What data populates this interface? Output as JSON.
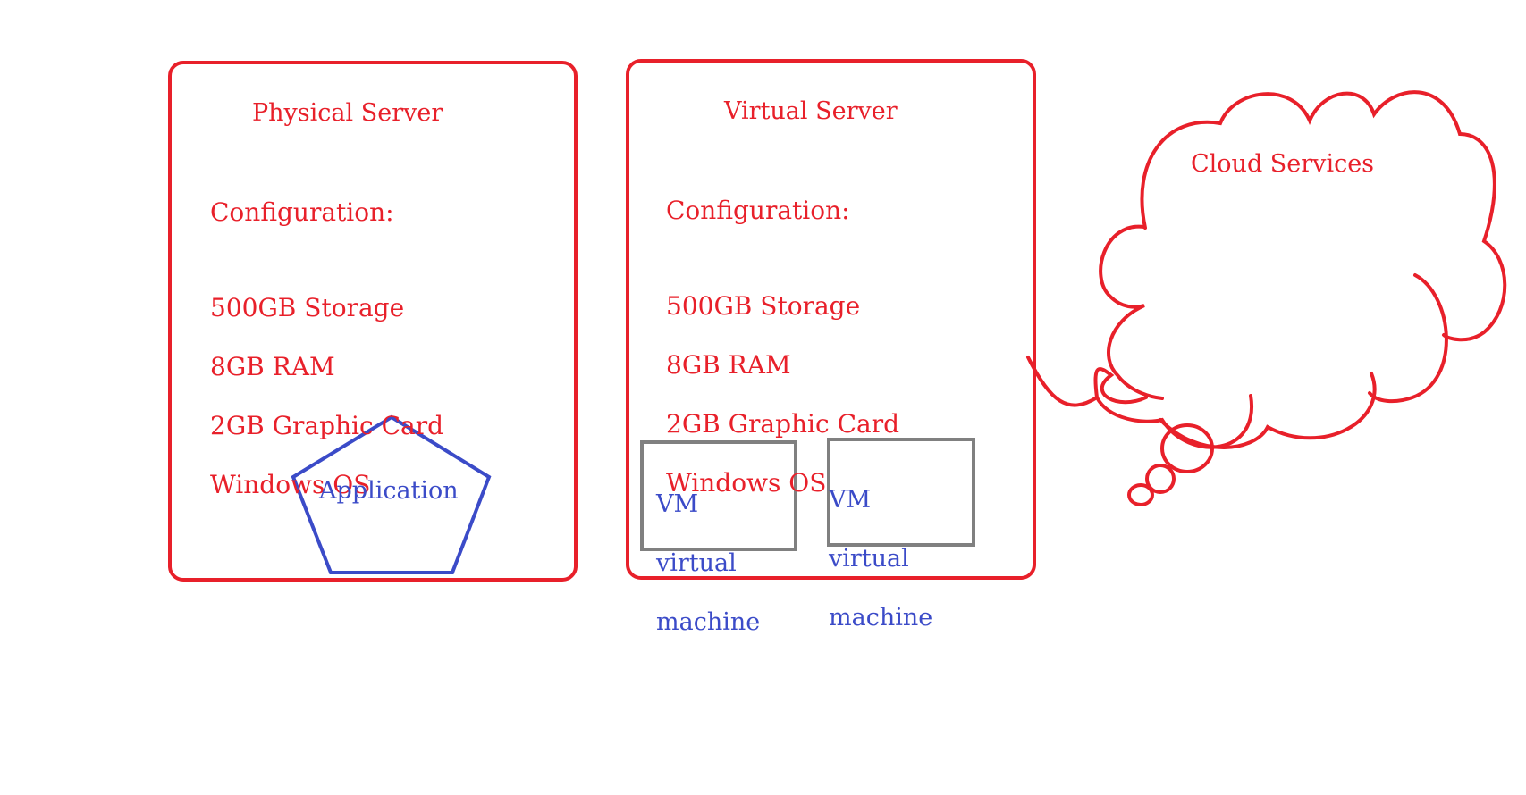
{
  "colors": {
    "server_border": "#e8202a",
    "server_text": "#e8202a",
    "app_shape": "#3b4bc8",
    "vm_border": "#808080",
    "vm_text": "#3b4bc8",
    "cloud": "#e8202a"
  },
  "physical_server": {
    "title": "Physical Server",
    "config_heading": "Configuration:",
    "specs": [
      "500GB Storage",
      "8GB RAM",
      "2GB Graphic Card",
      "Windows OS"
    ],
    "application_label": "Application"
  },
  "virtual_server": {
    "title": "Virtual Server",
    "config_heading": "Configuration:",
    "specs": [
      "500GB Storage",
      "8GB RAM",
      "2GB Graphic Card",
      "Windows OS"
    ],
    "vms": [
      {
        "lines": [
          "VM",
          "virtual",
          "machine"
        ]
      },
      {
        "lines": [
          "VM",
          "virtual",
          "machine"
        ]
      }
    ]
  },
  "cloud": {
    "label": "Cloud Services"
  }
}
